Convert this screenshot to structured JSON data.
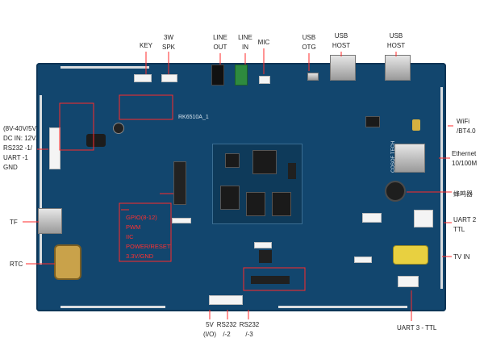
{
  "labels": {
    "key": "KEY",
    "spk_w": "3W",
    "spk": "SPK",
    "line_out_1": "LINE",
    "line_out_2": "OUT",
    "line_in_1": "LINE",
    "line_in_2": "IN",
    "mic": "MIC",
    "usb_otg_1": "USB",
    "usb_otg_2": "OTG",
    "usb_host1_1": "USB",
    "usb_host1_2": "HOST",
    "usb_host2_1": "USB",
    "usb_host2_2": "HOST",
    "power_1": "(8V-40V/5V)",
    "power_2": "DC IN: 12V/5V",
    "rs232_1": "RS232 -1/",
    "uart_1": "UART -1",
    "gnd": "GND",
    "tf": "TF",
    "rtc": "RTC",
    "wifi_1": "WiFi",
    "wifi_2": "/BT4.0",
    "ethernet_1": "Ethernet",
    "ethernet_2": "10/100M",
    "buzzer": "蜂鸣器",
    "uart2_1": "UART 2",
    "uart2_2": "TTL",
    "tv_in": "TV IN",
    "uart3": "UART 3 - TTL",
    "bottom_5v_1": "5V",
    "bottom_5v_2": "(I/O)",
    "rs232_2_1": "RS232",
    "rs232_2_2": "/-2",
    "rs232_3_1": "RS232",
    "rs232_3_2": "/-3"
  },
  "board": {
    "silkscreen": "RK6510A_1",
    "cosof": "COSOF TECH"
  },
  "gpio_callout": {
    "line1": "GPIO(8-12)",
    "line2": "PWM",
    "line3": "IIC",
    "line4": "POWER/RESET",
    "line5": "3.3V/GND"
  },
  "colors": {
    "pcb": "#12466e",
    "callout": "#ff3030",
    "leader": "#ff2a2a"
  }
}
